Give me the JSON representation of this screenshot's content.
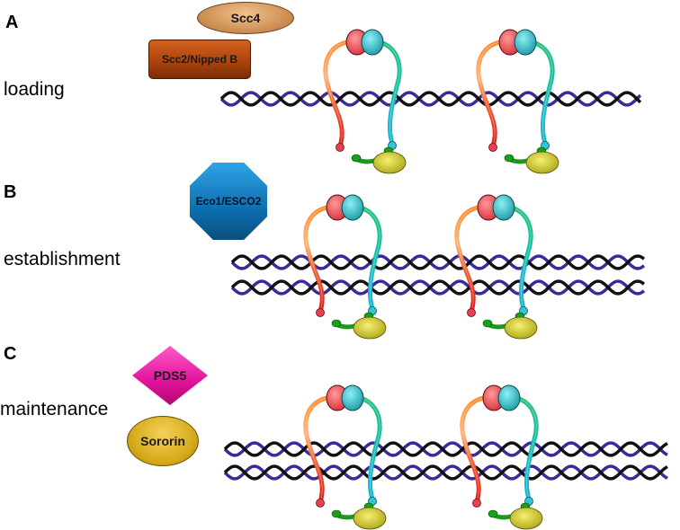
{
  "panels": [
    {
      "letter": "A",
      "stage": "loading"
    },
    {
      "letter": "B",
      "stage": "establishment"
    },
    {
      "letter": "C",
      "stage": "maintenance"
    }
  ],
  "factors": {
    "scc4": "Scc4",
    "scc2": "Scc2/Nipped B",
    "eco1": "Eco1/ESCO2",
    "pds5": "PDS5",
    "sororin": "Sororin"
  },
  "colors": {
    "dna_strand_1": "#3a2a9a",
    "dna_strand_2": "#111111",
    "smc_head_red": "#e8505a",
    "smc_head_cyan": "#27b8c0",
    "kleisin_yellow": "#d6d21a",
    "hinge_green": "#1aa01a"
  }
}
